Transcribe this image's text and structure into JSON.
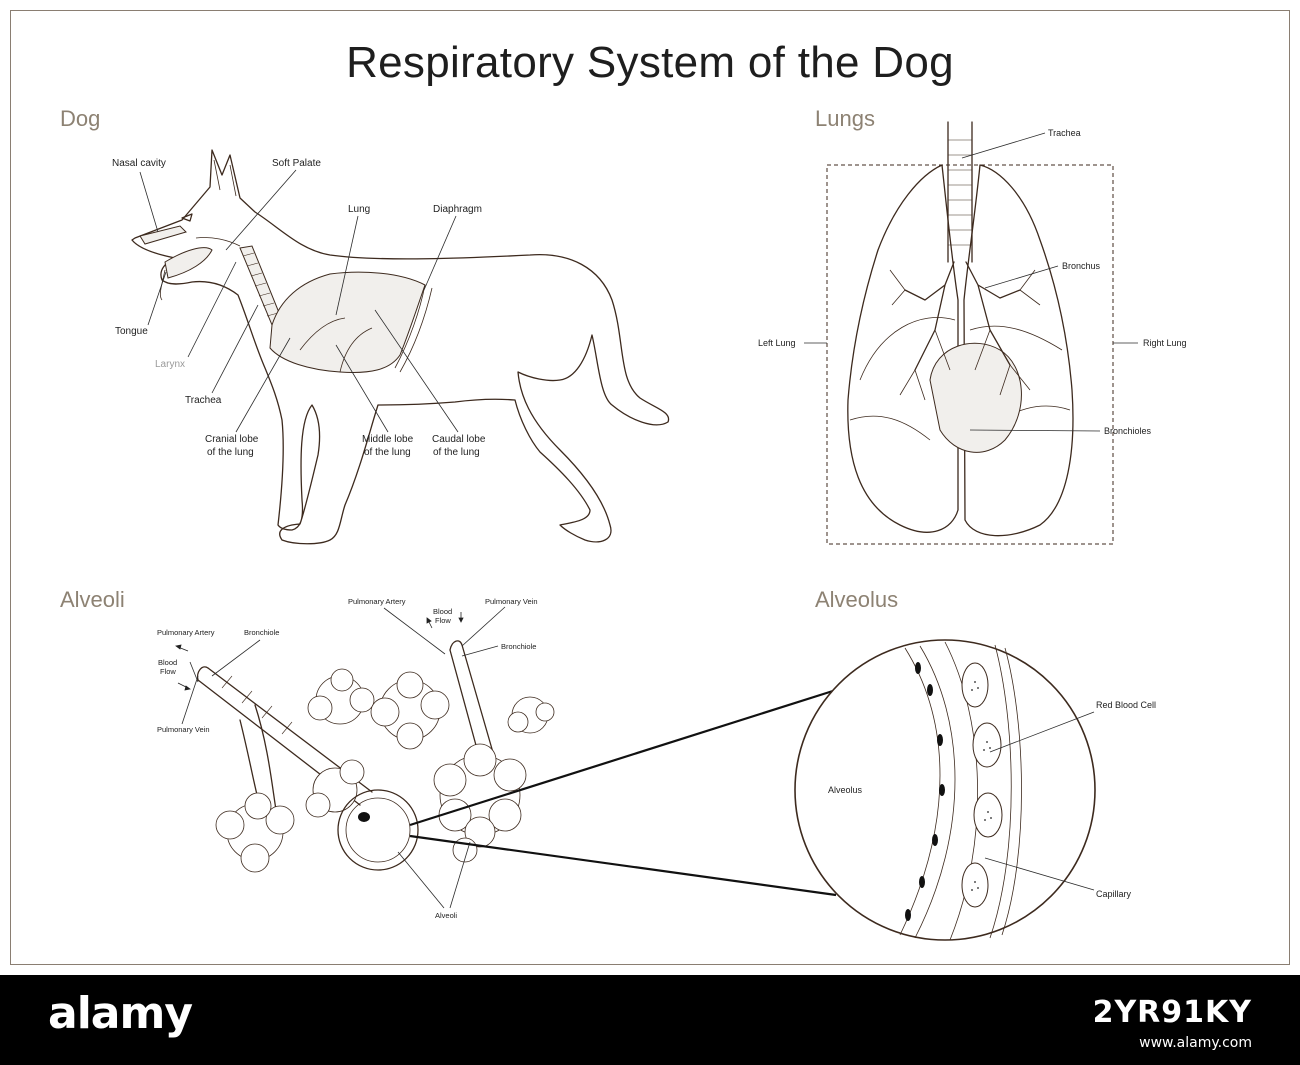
{
  "title": "Respiratory System of the Dog",
  "sections": {
    "dog": "Dog",
    "lungs": "Lungs",
    "alveoli": "Alveoli",
    "alveolus": "Alveolus"
  },
  "dog_labels": {
    "nasal_cavity": "Nasal cavity",
    "soft_palate": "Soft Palate",
    "lung": "Lung",
    "diaphragm": "Diaphragm",
    "tongue": "Tongue",
    "larynx": "Larynx",
    "trachea": "Trachea",
    "cranial_lobe_1": "Cranial lobe",
    "cranial_lobe_2": "of the lung",
    "middle_lobe_1": "Middle lobe",
    "middle_lobe_2": "of the lung",
    "caudal_lobe_1": "Caudal lobe",
    "caudal_lobe_2": "of the lung"
  },
  "lungs_labels": {
    "trachea": "Trachea",
    "bronchus": "Bronchus",
    "left_lung": "Left Lung",
    "right_lung": "Right Lung",
    "bronchioles": "Bronchioles"
  },
  "alveoli_labels": {
    "pulmonary_artery_left": "Pulmonary Artery",
    "bronchiole_left": "Bronchiole",
    "blood_flow_left_1": "Blood",
    "blood_flow_left_2": "Flow",
    "pulmonary_vein_left": "Pulmonary Vein",
    "pulmonary_artery_top": "Pulmonary Artery",
    "blood_flow_top_1": "Blood",
    "blood_flow_top_2": "Flow",
    "pulmonary_vein_top": "Pulmonary Vein",
    "bronchiole_right": "Bronchiole",
    "alveoli": "Alveoli"
  },
  "alveolus_labels": {
    "red_blood_cell": "Red Blood Cell",
    "alveolus": "Alveolus",
    "capillary": "Capillary"
  },
  "footer": {
    "logo": "alamy",
    "image_id": "2YR91KY",
    "url": "www.alamy.com"
  },
  "colors": {
    "line": "#3d2a1e",
    "section_heading": "#8d8273",
    "lung_fill": "#f1efec"
  }
}
